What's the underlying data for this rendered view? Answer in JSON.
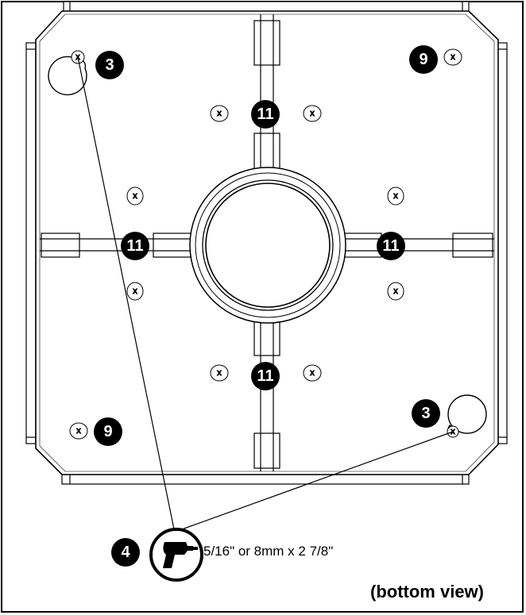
{
  "diagram": {
    "hardware_labels": {
      "top_left": "3",
      "top_right": "9",
      "center_top": "11",
      "center_left": "11",
      "center_right": "11",
      "center_bottom": "11",
      "bottom_left": "9",
      "bottom_right": "3"
    },
    "fastener_mark": "x",
    "tool_step": "4",
    "drill_spec": "5/16\" or 8mm x 2 7/8\"",
    "view_label": "(bottom view)",
    "colors": {
      "line": "#000000",
      "badge": "#000000",
      "badge_text": "#ffffff",
      "background": "#ffffff"
    },
    "icons": {
      "tool": "drill-icon"
    }
  }
}
